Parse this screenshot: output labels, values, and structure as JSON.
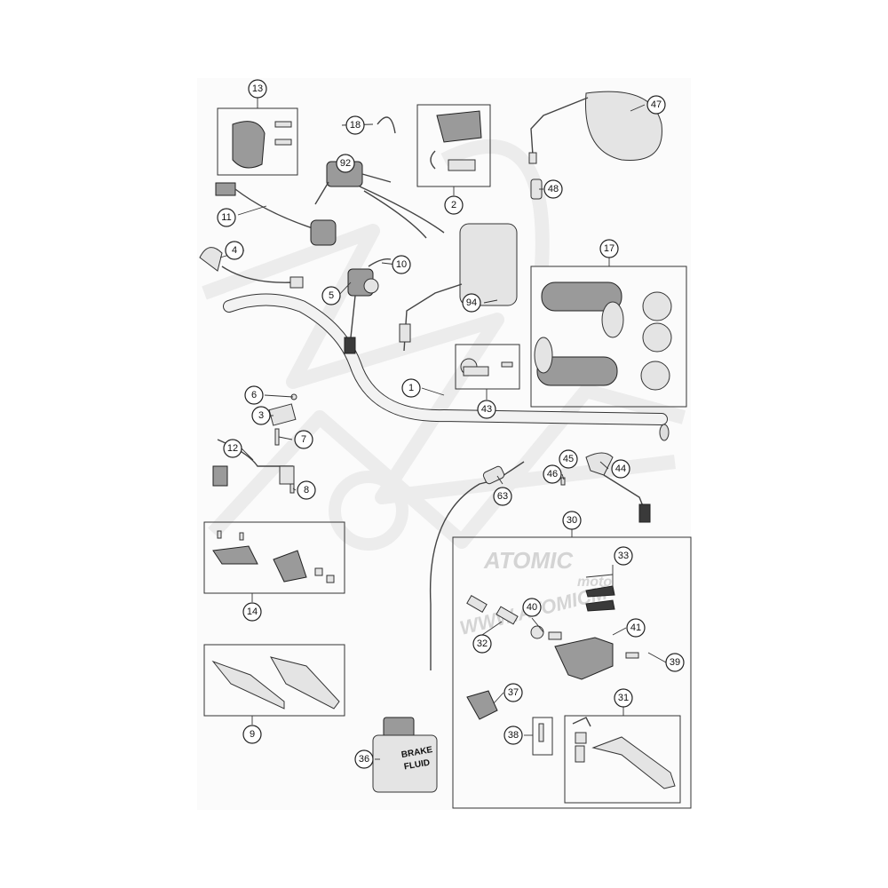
{
  "watermark": {
    "brand": "ATOMIC",
    "sub": "moto",
    "url": "WWW.ATOMICM"
  },
  "bottle_label": {
    "line1": "BRAKE",
    "line2": "FLUID"
  },
  "callouts": {
    "c1": "1",
    "c2": "2",
    "c3": "3",
    "c4": "4",
    "c5": "5",
    "c6": "6",
    "c7": "7",
    "c8": "8",
    "c9": "9",
    "c10": "10",
    "c11": "11",
    "c12": "12",
    "c13": "13",
    "c14": "14",
    "c17": "17",
    "c18": "18",
    "c30": "30",
    "c31": "31",
    "c32": "32",
    "c33": "33",
    "c36": "36",
    "c37": "37",
    "c38": "38",
    "c39": "39",
    "c40": "40",
    "c41": "41",
    "c43": "43",
    "c44": "44",
    "c45": "45",
    "c46": "46",
    "c47": "47",
    "c48": "48",
    "c63": "63",
    "c92": "92",
    "c94": "94"
  }
}
